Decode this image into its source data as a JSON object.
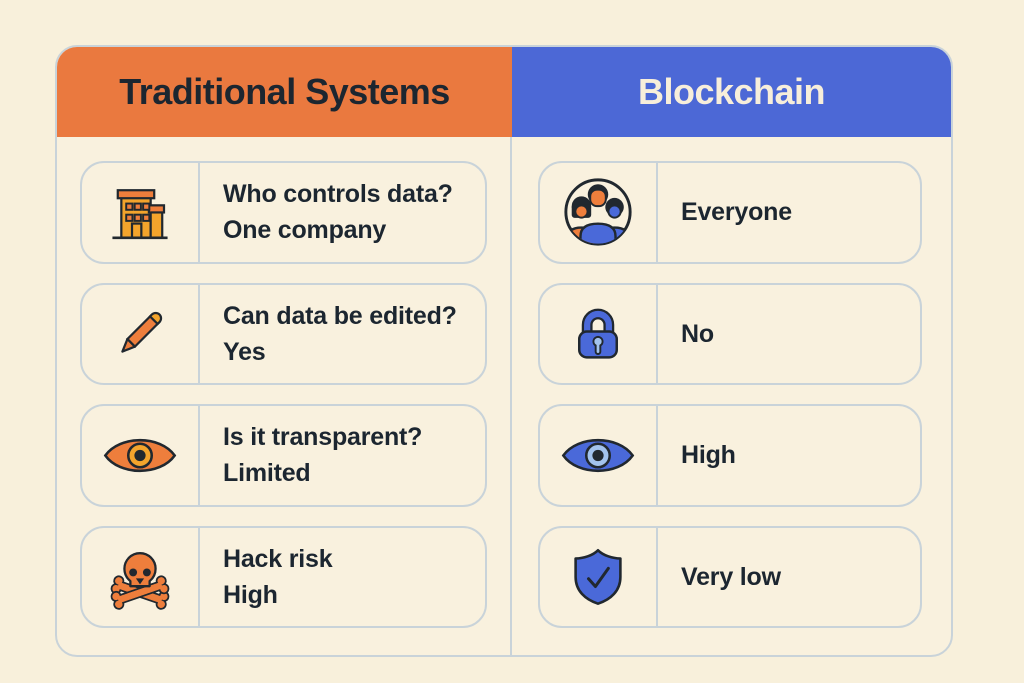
{
  "comparison": {
    "left": {
      "title": "Traditional Systems",
      "rows": [
        {
          "icon": "building-icon",
          "line1": "Who controls data?",
          "line2": "One company"
        },
        {
          "icon": "pencil-icon",
          "line1": "Can data be edited?",
          "line2": "Yes"
        },
        {
          "icon": "eye-icon",
          "line1": "Is it transparent?",
          "line2": "Limited"
        },
        {
          "icon": "skull-crossbones-icon",
          "line1": "Hack risk",
          "line2": "High"
        }
      ]
    },
    "right": {
      "title": "Blockchain",
      "rows": [
        {
          "icon": "people-icon",
          "line1": "Everyone"
        },
        {
          "icon": "lock-icon",
          "line1": "No"
        },
        {
          "icon": "eye-icon",
          "line1": "High"
        },
        {
          "icon": "shield-check-icon",
          "line1": "Very low"
        }
      ]
    }
  },
  "colors": {
    "background": "#F8F0DB",
    "card_background": "#F9F1DE",
    "border": "#C9D3D9",
    "orange": "#EA793F",
    "icon_orange": "#EE7E3C",
    "amber": "#F3A42C",
    "blue": "#4C68D6",
    "icon_blue": "#4A69D9",
    "light_blue": "#A3C3ED",
    "ink": "#1C2630",
    "header_text_light": "#F7EEDA"
  }
}
